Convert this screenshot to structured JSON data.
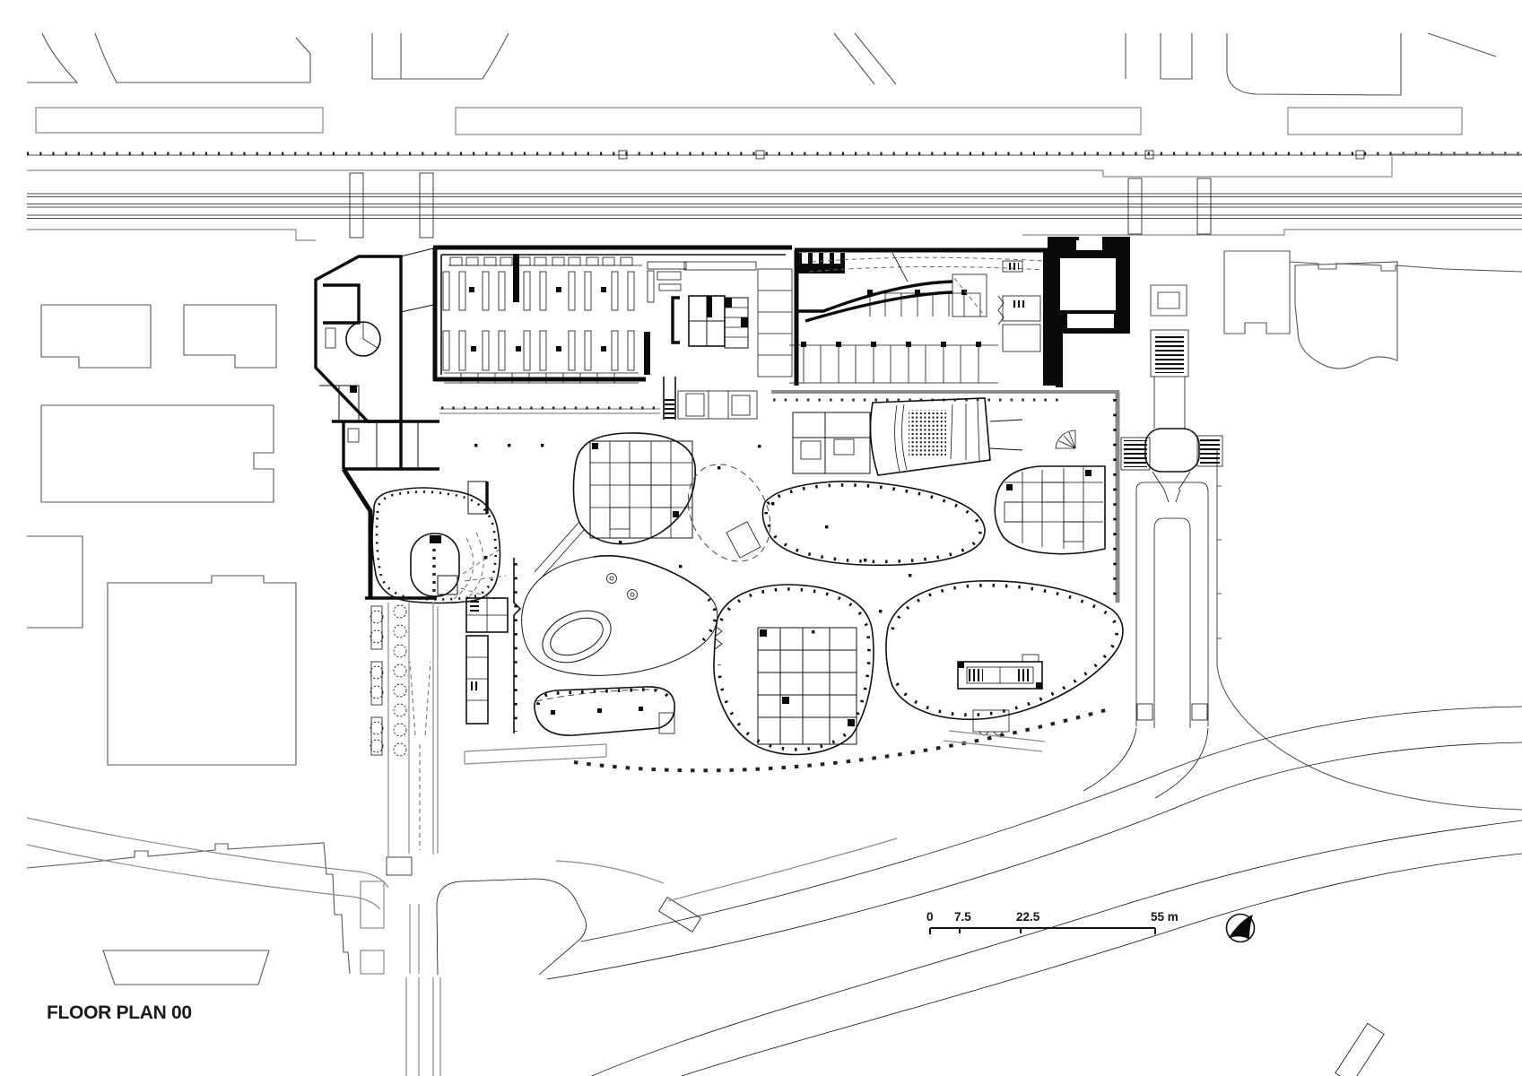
{
  "title": "FLOOR PLAN 00",
  "scale_bar": {
    "labels": [
      "0",
      "7.5",
      "22.5",
      "55 m"
    ],
    "ticks_m": [
      0,
      7.5,
      22.5,
      55
    ],
    "unit": "m"
  },
  "compass": {
    "icon": "north-arrow-icon",
    "direction": "north-east"
  },
  "colors": {
    "ink": "#111111",
    "street_gray": "#8a8a8a",
    "context_gray": "#555555",
    "background": "#ffffff"
  }
}
